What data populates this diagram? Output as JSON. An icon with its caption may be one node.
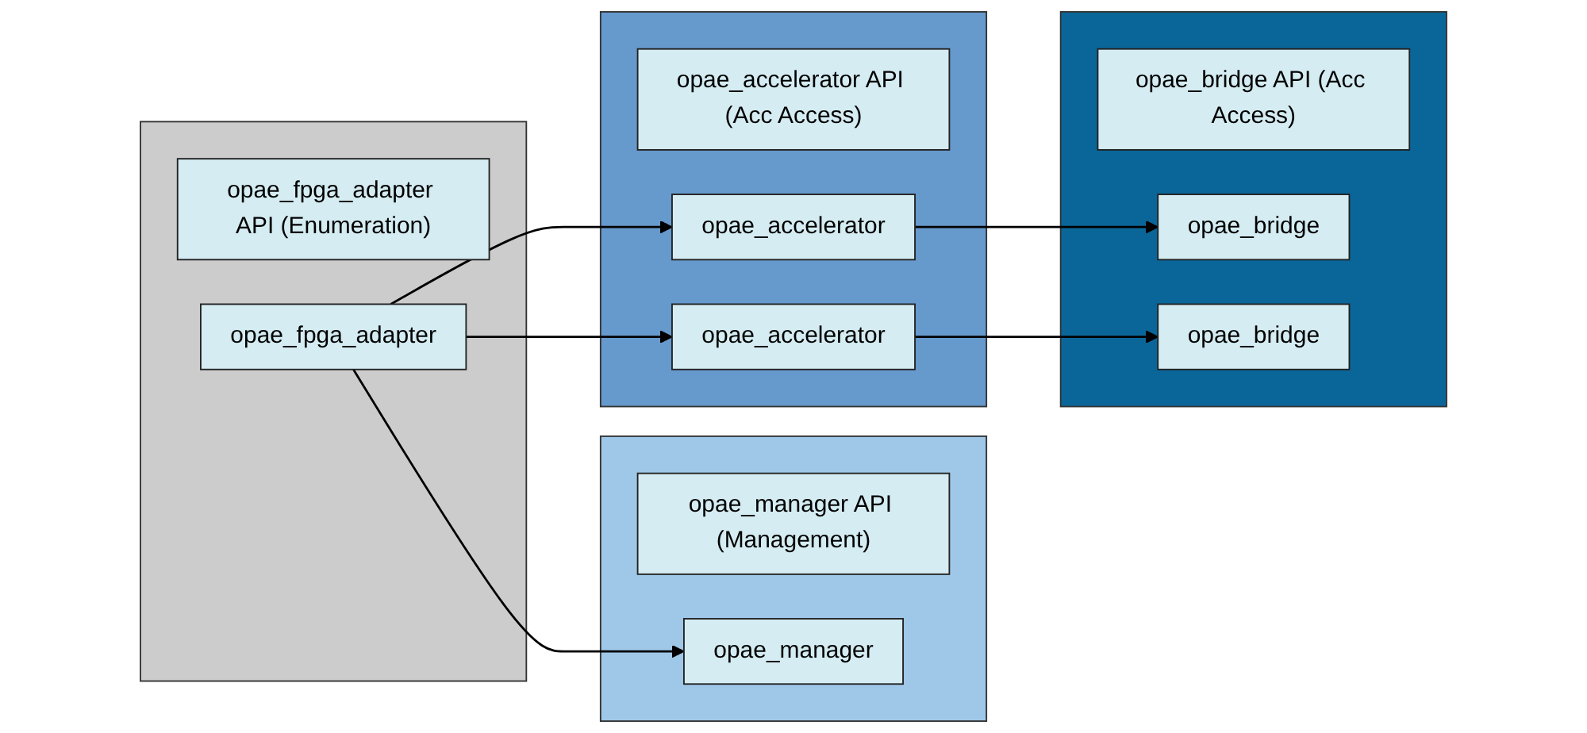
{
  "diagram": {
    "nodes": [
      {
        "text": [],
        "shape": "box"
      },
      {
        "text": [
          "opae_fpga_adapter API (Enumeration)"
        ],
        "in": 0
      },
      {
        "text": [
          "opae_fpga_adapter"
        ],
        "in": 0
      },
      {
        "text": [],
        "shape": "box"
      },
      {
        "text": [
          "opae_manager API (Management)"
        ],
        "in": 3
      },
      {
        "text": [
          "opae_manager"
        ],
        "in": 3
      },
      {
        "text": [],
        "shape": "box"
      },
      {
        "text": [
          "opae_accelerator API (Acc Access)"
        ],
        "in": 6
      },
      {
        "text": [
          "opae_accelerator"
        ],
        "in": 6
      },
      {
        "text": [
          "opae_accelerator"
        ],
        "in": 6
      },
      {
        "text": [],
        "shape": "box"
      },
      {
        "text": [
          "opae_bridge API (Acc Access)"
        ],
        "in": 10
      },
      {
        "text": [
          "opae_bridge"
        ],
        "in": 10
      },
      {
        "text": [
          "opae_bridge"
        ],
        "in": 10
      }
    ],
    "edges": [
      {
        "from": 2,
        "to": 5,
        "arrow": "to"
      },
      {
        "from": 2,
        "to": 8,
        "arrow": "to"
      },
      {
        "from": 2,
        "to": 9,
        "arrow": "to"
      },
      {
        "from": 8,
        "to": 12,
        "arrow": "to"
      },
      {
        "from": 9,
        "to": 13,
        "arrow": "to"
      }
    ]
  }
}
